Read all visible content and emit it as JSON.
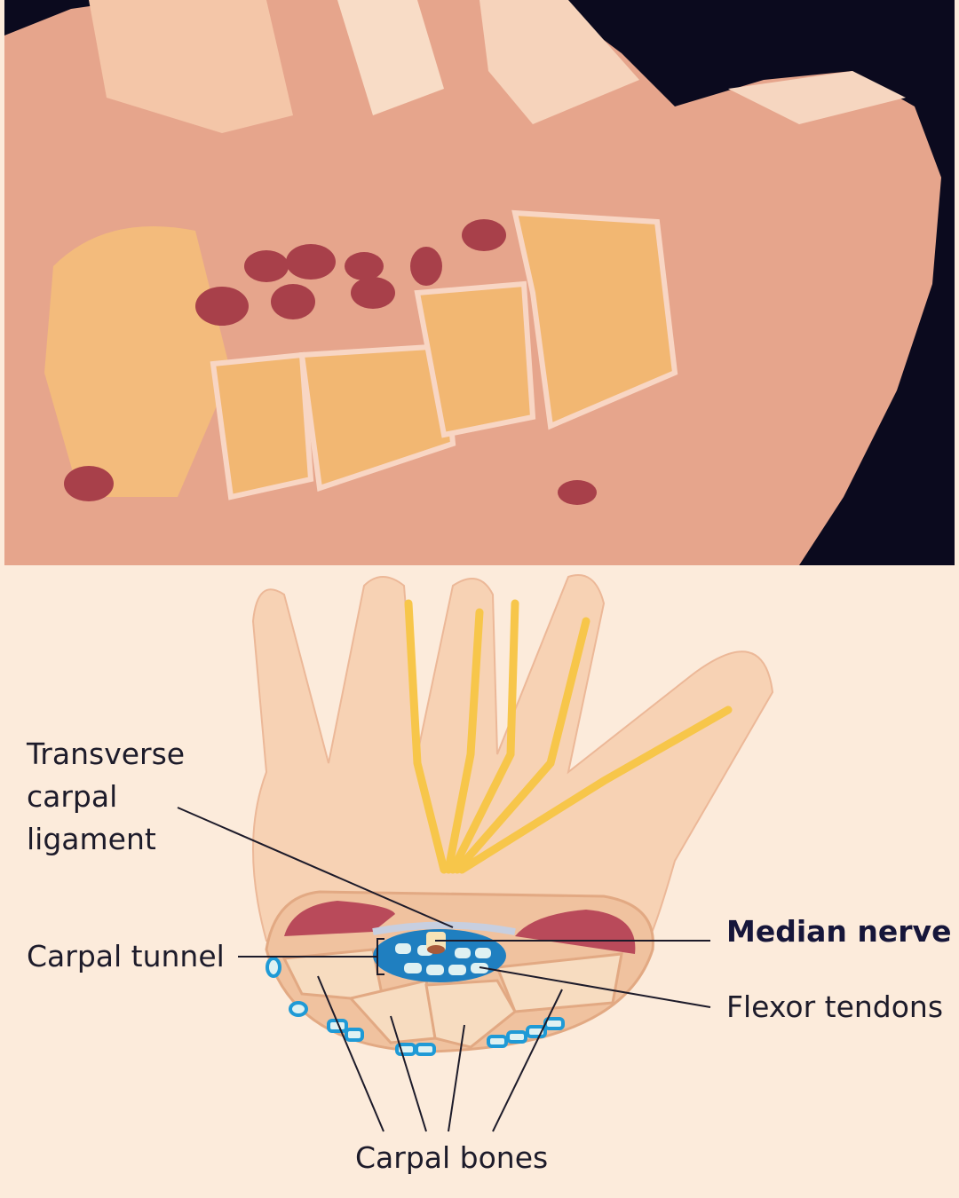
{
  "labels": {
    "transverse_ligament": [
      "Transverse",
      "carpal",
      "ligament"
    ],
    "carpal_tunnel": "Carpal tunnel",
    "median_nerve": "Median nerve",
    "flexor_tendons": "Flexor tendons",
    "carpal_bones": "Carpal bones"
  },
  "colors": {
    "photo_bg": "#0b0a1e",
    "tissue": "#e8a58a",
    "bone": "#f2b772",
    "muscle": "#a8404a",
    "skin": "#f7d2b4",
    "nerve": "#f7c64a",
    "tunnel": "#1f7fc0",
    "background": "#fcebdb"
  }
}
